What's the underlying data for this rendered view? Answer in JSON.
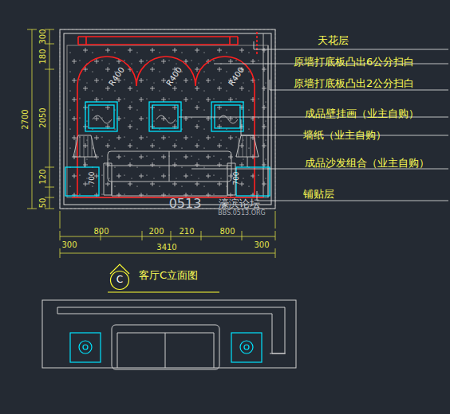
{
  "diagram": {
    "title": "客厅C立面图",
    "nodes": [
      {
        "text": [
          "C"
        ]
      }
    ],
    "labels": [
      "天花层",
      "原墙打底板凸出6公分扫白",
      "原墙打底板凸出2公分扫白",
      "成品壁挂画（业主自购）",
      "墙纸（业主自购）",
      "成品沙发组合（业主自购）",
      "铺贴层",
      "2700",
      "300",
      "180",
      "2050",
      "120",
      "50",
      "300",
      "800",
      "200",
      "210",
      "800",
      "300",
      "3410",
      "R400",
      "R400",
      "R400",
      "700",
      "700",
      "0513",
      "濠滨论坛",
      "BBS.0513.ORG"
    ]
  }
}
